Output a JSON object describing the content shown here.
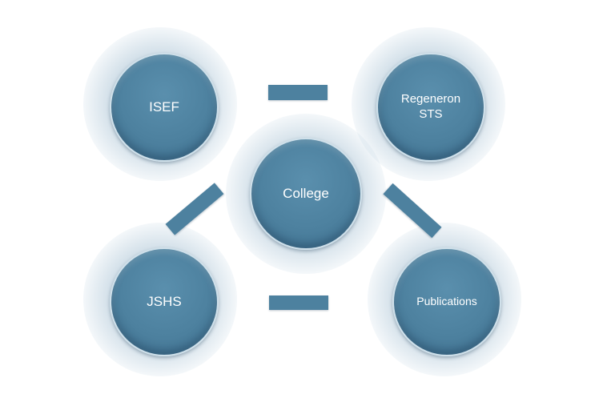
{
  "diagram": {
    "center": {
      "label": "College"
    },
    "nodes": {
      "top_left": {
        "label": "ISEF"
      },
      "top_right": {
        "label": "Regeneron\nSTS"
      },
      "bottom_left": {
        "label": "JSHS"
      },
      "bottom_right": {
        "label": "Publications"
      }
    }
  },
  "colors": {
    "node_fill": "#4d819f",
    "node_border": "#cfe0ea",
    "connector": "#4d819f",
    "text": "#ffffff"
  }
}
